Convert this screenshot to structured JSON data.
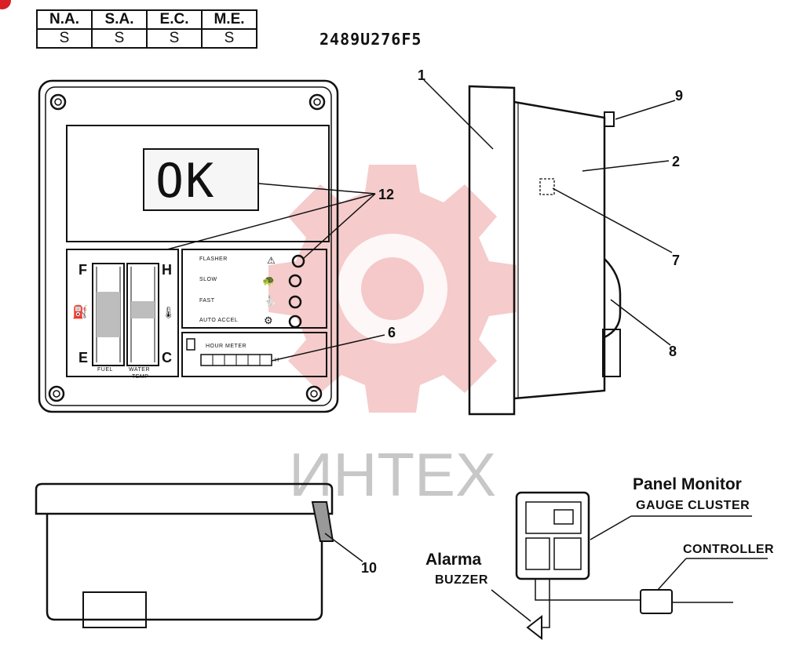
{
  "codes_table": {
    "headers": [
      "N.A.",
      "S.A.",
      "E.C.",
      "M.E."
    ],
    "values": [
      "S",
      "S",
      "S",
      "S"
    ]
  },
  "part_number": "2489U276F5",
  "front_view": {
    "display_text": "OK",
    "gauge_letters": {
      "fuel_top": "F",
      "fuel_bottom": "E",
      "temp_top": "H",
      "temp_bottom": "C"
    },
    "gauge_captions": {
      "fuel": "FUEL",
      "water": "WATER",
      "temp": "TEMP"
    },
    "indicators": [
      "FLASHER",
      "SLOW",
      "FAST",
      "AUTO ACCEL"
    ],
    "hour_meter_label": "HOUR METER",
    "hour_meter_unit": "H"
  },
  "callouts": {
    "c1": "1",
    "c2": "2",
    "c6": "6",
    "c7": "7",
    "c8": "8",
    "c9": "9",
    "c10": "10",
    "c12": "12"
  },
  "system": {
    "panel_title": "Panel Monitor",
    "panel_subtitle": "GAUGE CLUSTER",
    "controller": "CONTROLLER",
    "alarm_title": "Alarma",
    "alarm_subtitle": "BUZZER"
  },
  "watermark": "ИНТЕХ",
  "colors": {
    "watermark_gear": "#f2b9b9",
    "line": "#111111",
    "badge": "#d92027"
  }
}
